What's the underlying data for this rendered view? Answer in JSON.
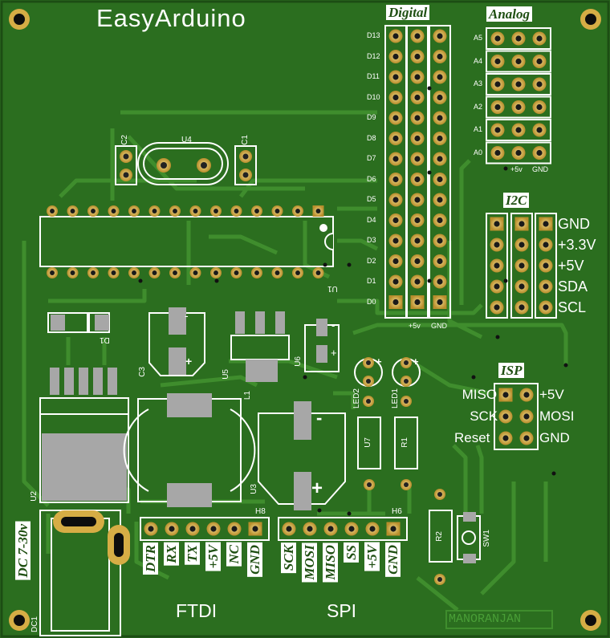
{
  "board": {
    "title": "EasyArduino",
    "author": "MANORANJAN",
    "colors": {
      "pcb": "#2b6e1f",
      "pcb_dark": "#1c4d14",
      "trace": "#3a8a2a",
      "silk": "#ffffff",
      "pad_gold": "#c8a23a",
      "smd_pad": "#a7a7a7"
    }
  },
  "headers": {
    "digital": {
      "title": "Digital",
      "pins": [
        "D13",
        "D12",
        "D11",
        "D10",
        "D9",
        "D8",
        "D7",
        "D6",
        "D5",
        "D4",
        "D3",
        "D2",
        "D1",
        "D0"
      ],
      "bottom": [
        "+5v",
        "GND"
      ]
    },
    "analog": {
      "title": "Analog",
      "pins": [
        "A5",
        "A4",
        "A3",
        "A2",
        "A1",
        "A0"
      ],
      "bottom": [
        "+5v",
        "GND"
      ]
    },
    "i2c": {
      "title": "I2C",
      "pins": [
        "GND",
        "+3.3V",
        "+5V",
        "SDA",
        "SCL"
      ]
    },
    "isp": {
      "title": "ISP",
      "left": [
        "MISO",
        "SCK",
        "Reset"
      ],
      "right": [
        "+5V",
        "MOSI",
        "GND"
      ]
    },
    "ftdi": {
      "title": "FTDI",
      "ref": "H8",
      "pins": [
        "DTR",
        "RX",
        "TX",
        "+5V",
        "NC",
        "GND"
      ]
    },
    "spi": {
      "title": "SPI",
      "ref": "H6",
      "pins": [
        "SCK",
        "MOSI",
        "MISO",
        "SS",
        "+5V",
        "GND"
      ]
    }
  },
  "components": {
    "u1": "U1",
    "u2": "U2",
    "u3": "U3",
    "u4": "U4",
    "u5": "U5",
    "u6": "U6",
    "u7": "U7",
    "c1": "C1",
    "c2": "C2",
    "c3": "C3",
    "d1": "D1",
    "l1": "L1",
    "r1": "R1",
    "r2": "R2",
    "sw1": "SW1",
    "led1": "LED1",
    "led2": "LED2",
    "dc1": "DC1",
    "dc_label": "DC 7-30v",
    "minus": "-",
    "plus": "+"
  }
}
